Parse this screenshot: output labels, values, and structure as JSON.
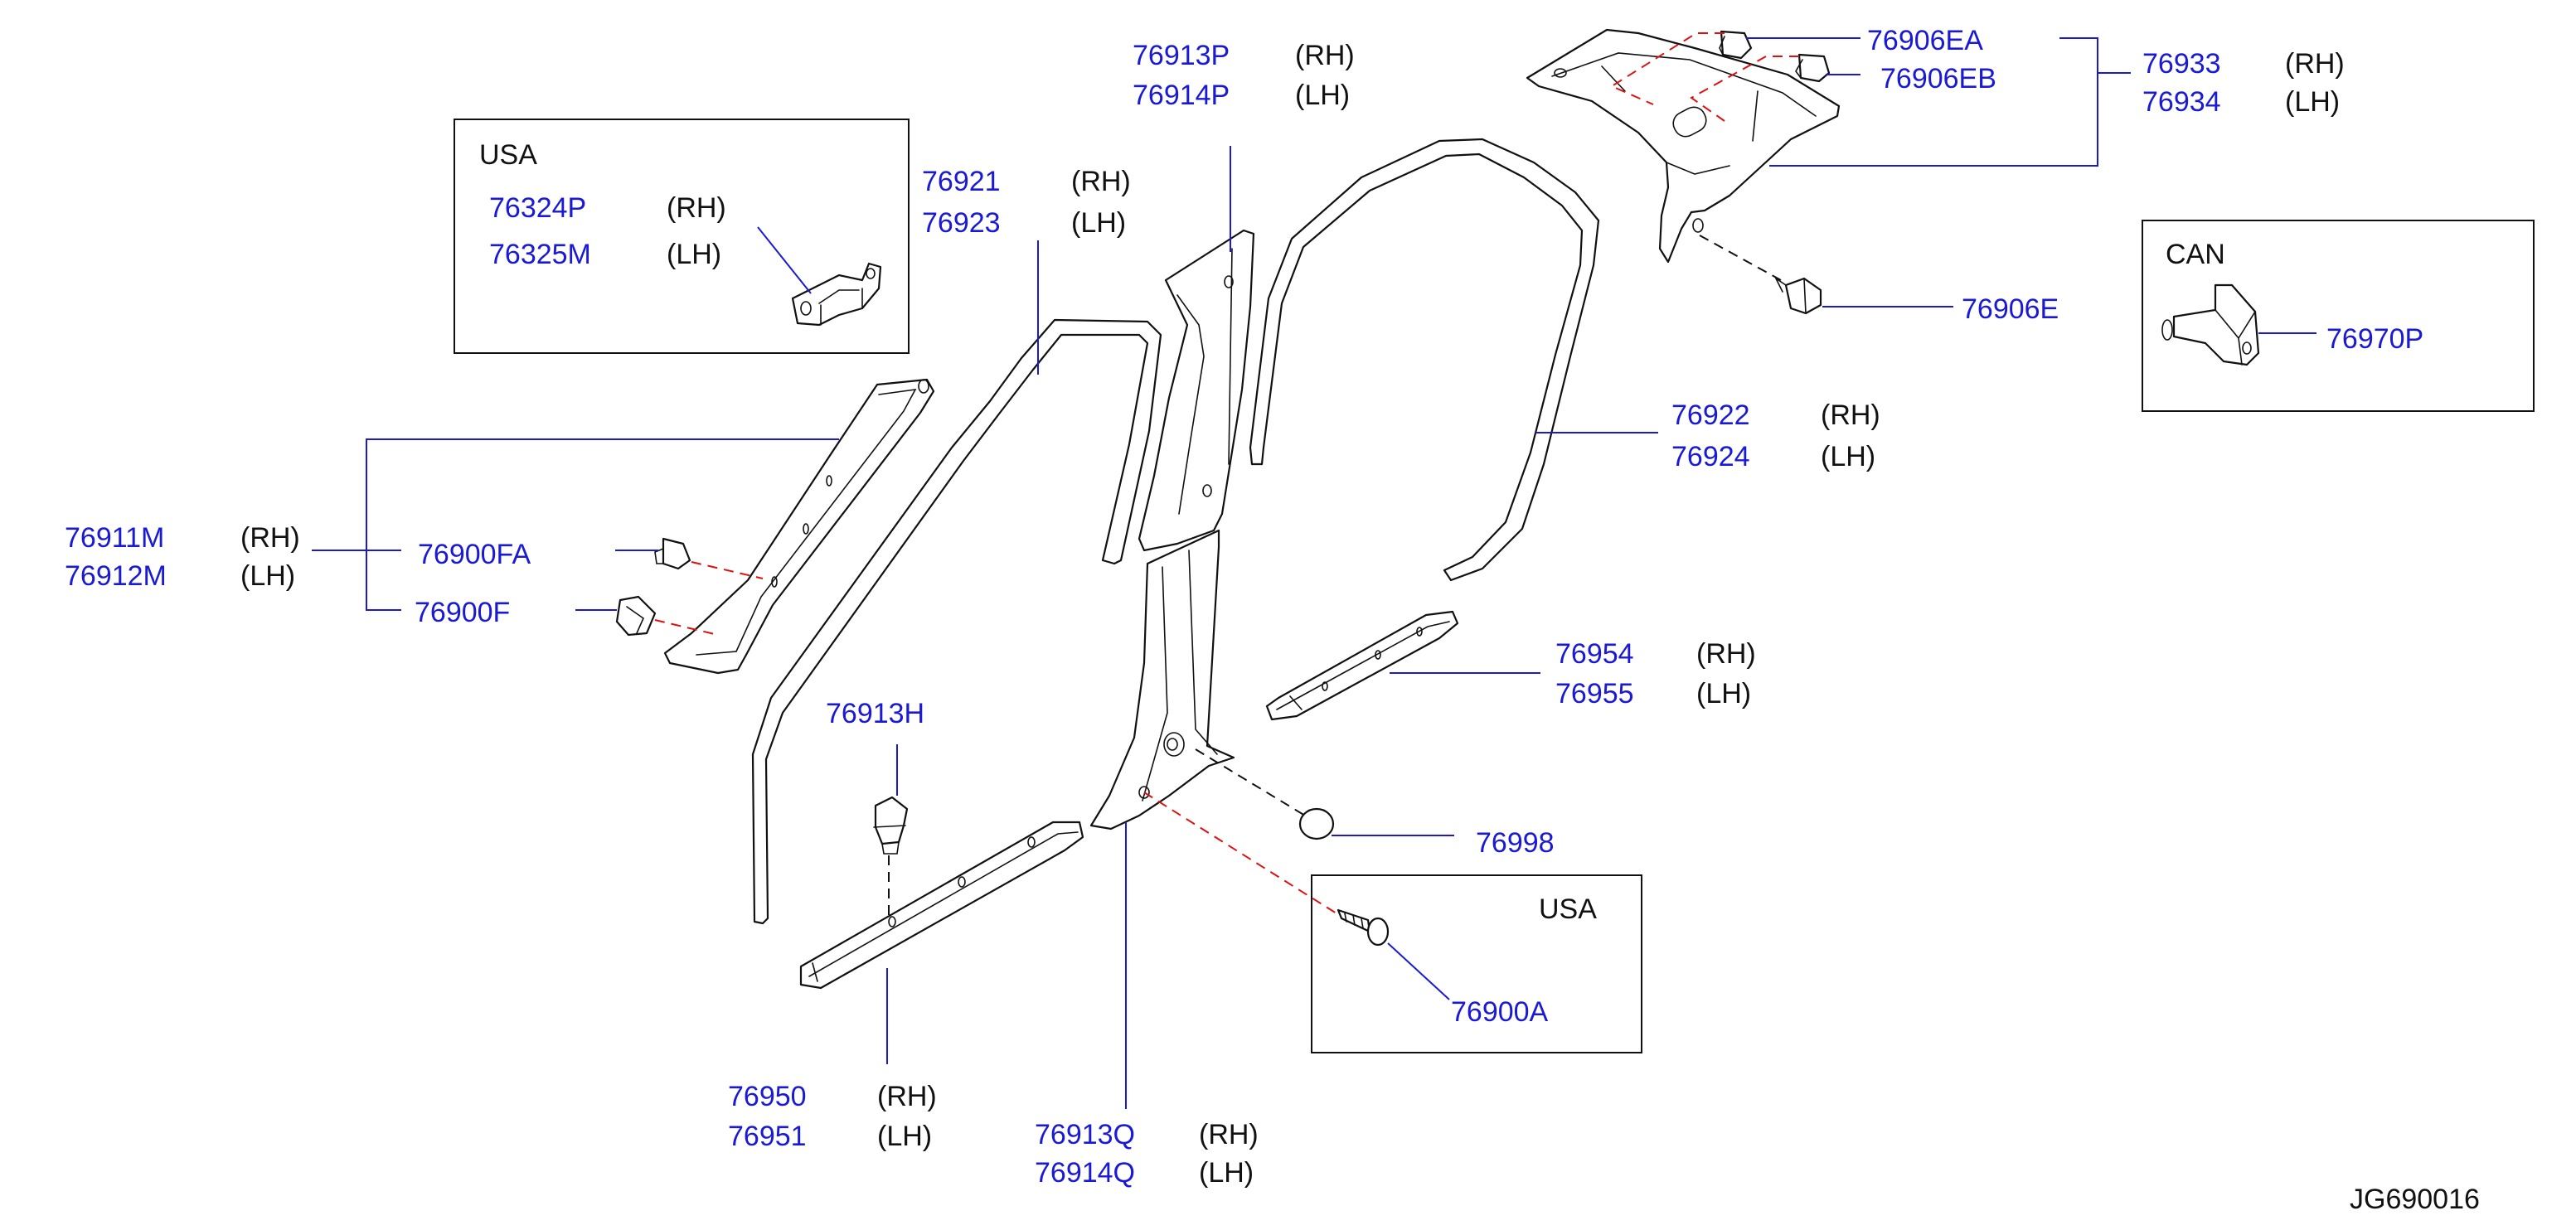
{
  "diagram_code": "JG690016",
  "boxes": {
    "usa_top": "USA",
    "can": "CAN",
    "usa_bottom": "USA"
  },
  "callouts": {
    "p76324P": {
      "number": "76324P",
      "side": "(RH)"
    },
    "p76325M": {
      "number": "76325M",
      "side": "(LH)"
    },
    "p76921": {
      "number": "76921",
      "side": "(RH)"
    },
    "p76923": {
      "number": "76923",
      "side": "(LH)"
    },
    "p76913P": {
      "number": "76913P",
      "side": "(RH)"
    },
    "p76914P": {
      "number": "76914P",
      "side": "(LH)"
    },
    "p76906EA": {
      "number": "76906EA"
    },
    "p76906EB": {
      "number": "76906EB"
    },
    "p76933": {
      "number": "76933",
      "side": "(RH)"
    },
    "p76934": {
      "number": "76934",
      "side": "(LH)"
    },
    "p76906E": {
      "number": "76906E"
    },
    "p76970P": {
      "number": "76970P"
    },
    "p76922": {
      "number": "76922",
      "side": "(RH)"
    },
    "p76924": {
      "number": "76924",
      "side": "(LH)"
    },
    "p76911M": {
      "number": "76911M",
      "side": "(RH)"
    },
    "p76912M": {
      "number": "76912M",
      "side": "(LH)"
    },
    "p76900FA": {
      "number": "76900FA"
    },
    "p76900F": {
      "number": "76900F"
    },
    "p76954": {
      "number": "76954",
      "side": "(RH)"
    },
    "p76955": {
      "number": "76955",
      "side": "(LH)"
    },
    "p76913H": {
      "number": "76913H"
    },
    "p76998": {
      "number": "76998"
    },
    "p76900A": {
      "number": "76900A"
    },
    "p76950": {
      "number": "76950",
      "side": "(RH)"
    },
    "p76951": {
      "number": "76951",
      "side": "(LH)"
    },
    "p76913Q": {
      "number": "76913Q",
      "side": "(RH)"
    },
    "p76914Q": {
      "number": "76914Q",
      "side": "(LH)"
    }
  },
  "colors": {
    "part_number": "#1a1ad6",
    "leader_line": "#1a1ad6",
    "red_dashed_guide": "#e01010",
    "black_dashed_guide": "#111111",
    "outline": "#111111",
    "background": "#ffffff"
  }
}
